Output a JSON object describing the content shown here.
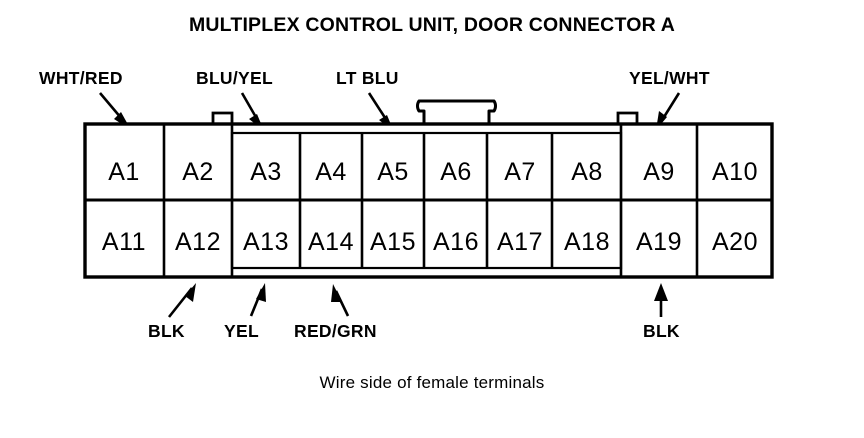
{
  "diagram": {
    "title": "MULTIPLEX CONTROL UNIT, DOOR CONNECTOR A",
    "caption": "Wire side of female terminals",
    "ink_color": "#000000",
    "background_color": "#ffffff"
  },
  "connector": {
    "rows": 2,
    "columns": 10,
    "pin_count": 20,
    "top_row": [
      "A1",
      "A2",
      "A3",
      "A4",
      "A5",
      "A6",
      "A7",
      "A8",
      "A9",
      "A10"
    ],
    "bottom_row": [
      "A11",
      "A12",
      "A13",
      "A14",
      "A15",
      "A16",
      "A17",
      "A18",
      "A19",
      "A20"
    ]
  },
  "wire_labels": {
    "top": [
      {
        "text": "WHT/RED",
        "pin": "A1"
      },
      {
        "text": "BLU/YEL",
        "pin": "A3"
      },
      {
        "text": "LT BLU",
        "pin": "A5"
      },
      {
        "text": "YEL/WHT",
        "pin": "A9"
      }
    ],
    "bottom": [
      {
        "text": "BLK",
        "pin": "A12"
      },
      {
        "text": "YEL",
        "pin": "A13"
      },
      {
        "text": "RED/GRN",
        "pin": "A14"
      },
      {
        "text": "BLK",
        "pin": "A19"
      }
    ]
  }
}
